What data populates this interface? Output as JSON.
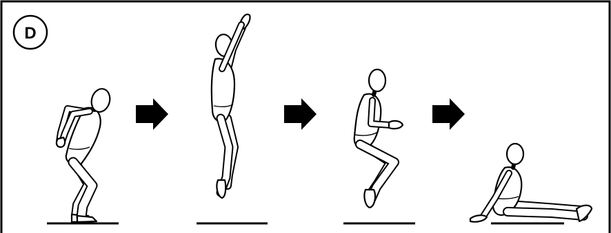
{
  "badge": {
    "label": "D"
  },
  "sequence": {
    "stages": [
      {
        "pose": "crouch"
      },
      {
        "pose": "jump"
      },
      {
        "pose": "tuck"
      },
      {
        "pose": "seated-landing"
      }
    ],
    "arrow_count": 3
  },
  "colors": {
    "line": "#000000",
    "fill": "#ffffff"
  }
}
